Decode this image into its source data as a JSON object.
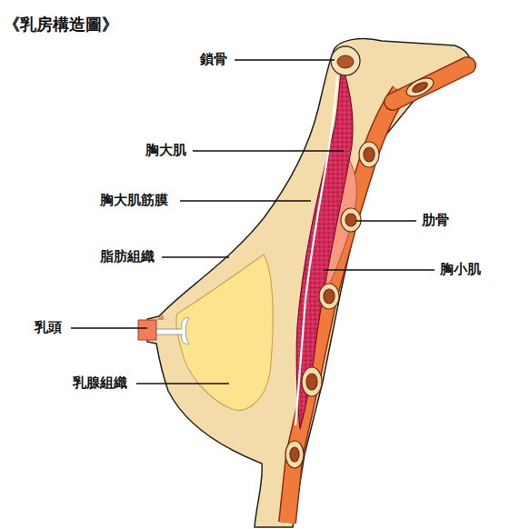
{
  "diagram": {
    "title": "《乳房構造圖》",
    "labels": [
      "鎖骨",
      "胸大肌",
      "胸大肌筋膜",
      "脂肪組織",
      "乳頭",
      "乳腺組織",
      "肋骨",
      "胸小肌"
    ]
  }
}
